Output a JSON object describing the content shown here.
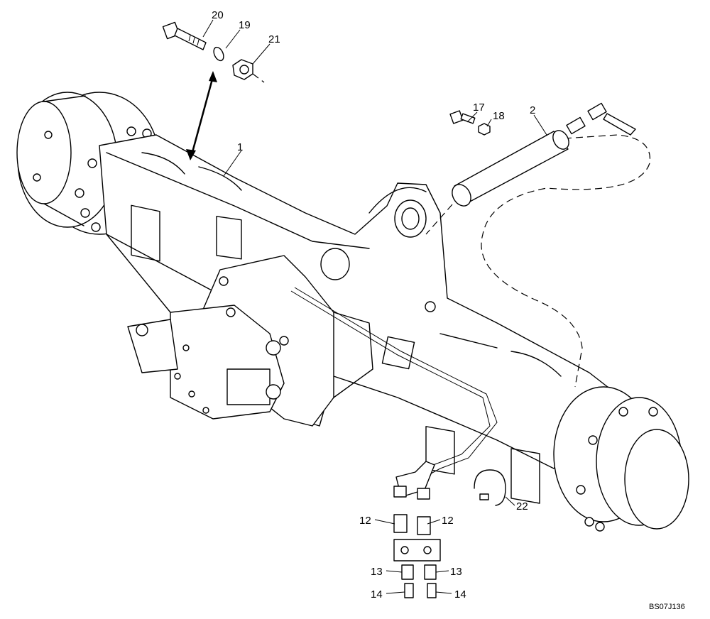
{
  "callouts": {
    "c1": "1",
    "c2": "2",
    "c12a": "12",
    "c12b": "12",
    "c13a": "13",
    "c13b": "13",
    "c14a": "14",
    "c14b": "14",
    "c17": "17",
    "c18": "18",
    "c19": "19",
    "c20": "20",
    "c21": "21",
    "c22": "22"
  },
  "drawing_number": "BS07J136"
}
